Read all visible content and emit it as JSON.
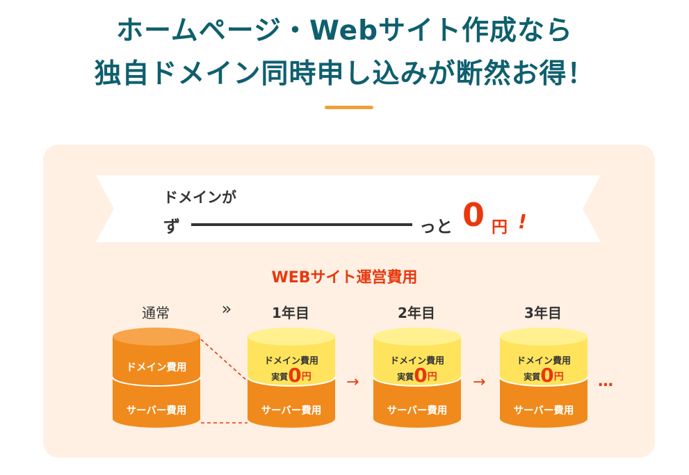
{
  "headline": {
    "line1": "ホームページ・Webサイト作成なら",
    "line2": "独自ドメイン同時申し込みが断然お得！"
  },
  "ribbon": {
    "top_text": "ドメインが",
    "zu": "ず",
    "totto": "っと",
    "zero": "0",
    "yen": "円",
    "exclaim": "!"
  },
  "section_title": "WEBサイト運営費用",
  "stages": {
    "normal": "通常",
    "chevrons": "»",
    "year1": "1年目",
    "year2": "2年目",
    "year3": "3年目"
  },
  "cylinder": {
    "domain_fee": "ドメイン費用",
    "server_fee": "サーバー費用",
    "effective_prefix": "実質",
    "effective_zero": "0",
    "effective_yen": "円"
  },
  "ellipsis": "…",
  "colors": {
    "headline": "#0f5f6e",
    "accent_orange": "#f08a1c",
    "accent_red": "#e8380d",
    "yellow": "#ffe35c",
    "panel_bg": "#fff0e3"
  }
}
